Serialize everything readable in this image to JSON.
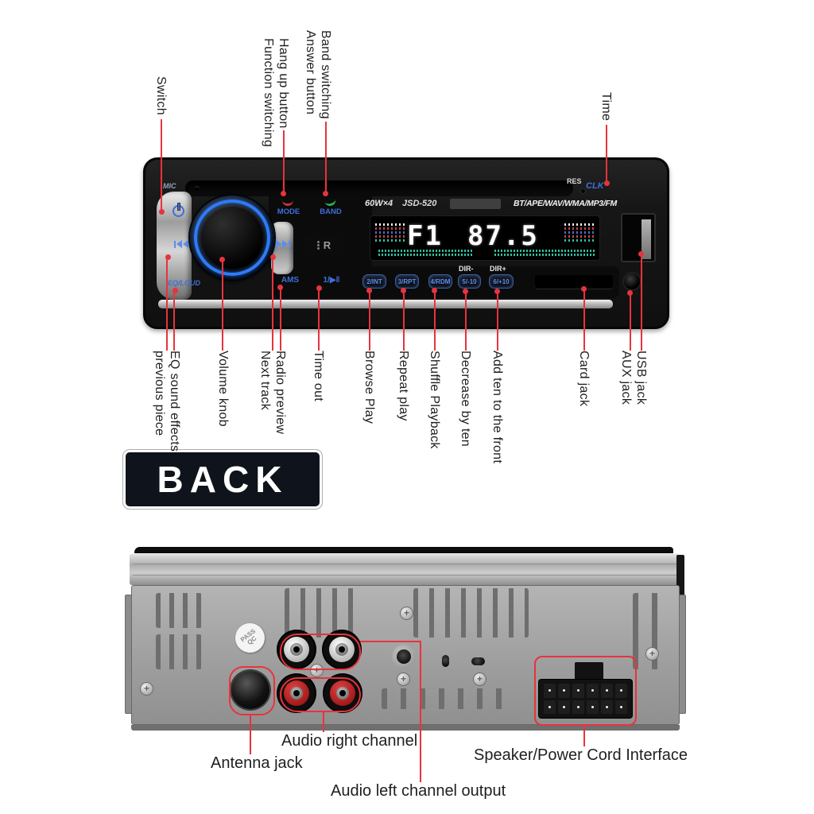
{
  "front": {
    "top_labels": [
      {
        "lines": [
          "Switch"
        ]
      },
      {
        "lines": [
          "Hang up button",
          "Function switching"
        ]
      },
      {
        "lines": [
          "Band switching",
          "Answer button"
        ]
      },
      {
        "lines": [
          "Time"
        ]
      }
    ],
    "bottom_labels": [
      {
        "lines": [
          "EQ sound effects",
          "previous piece"
        ]
      },
      {
        "lines": [
          "Volume knob"
        ]
      },
      {
        "lines": [
          "Radio preview",
          "Next track"
        ]
      },
      {
        "lines": [
          "Time out"
        ]
      },
      {
        "lines": [
          "Browse Play"
        ]
      },
      {
        "lines": [
          "Repeat play"
        ]
      },
      {
        "lines": [
          "Shuffle Playback"
        ]
      },
      {
        "lines": [
          "Decrease by ten"
        ]
      },
      {
        "lines": [
          "Add ten to the front"
        ]
      },
      {
        "lines": [
          "Card jack"
        ]
      },
      {
        "lines": [
          "USB jack",
          "AUX jack"
        ]
      }
    ],
    "panel": {
      "mic": "MIC",
      "res": "RES",
      "clk": "CLK",
      "watts": "60W×4",
      "model": "JSD-520",
      "formats": "BT/APE/WAV/WMA/MP3/FM",
      "band_display": "F1",
      "freq_display": "87.5",
      "mode": "MODE",
      "band_btn": "BAND",
      "eq": "EQ/LOUD",
      "ams": "AMS",
      "play": "1/▶‖",
      "dir_minus": "DIR-",
      "dir_plus": "DIR+",
      "numbered": [
        "2/INT",
        "3/RPT",
        "4/RDM",
        "5/-10",
        "6/+10"
      ]
    }
  },
  "badge": {
    "text": "BACK"
  },
  "back": {
    "sticker_lines": [
      "PASS",
      "QC"
    ],
    "labels": [
      "Antenna jack",
      "Audio right channel",
      "Audio left channel output",
      "Speaker/Power Cord Interface"
    ]
  },
  "colors": {
    "annotation_red": "#e8333d",
    "function_text_blue": "#3f6fd8",
    "knob_ring_blue": "#2e7bf6",
    "display_teal": "#2fbf9f",
    "badge_bg": "#0f141c"
  }
}
